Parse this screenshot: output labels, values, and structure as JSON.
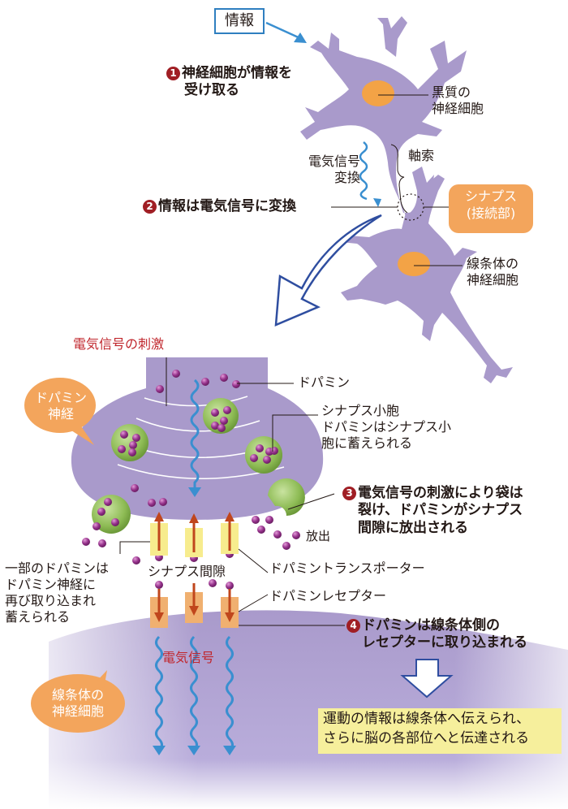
{
  "diagram": {
    "top_section": {
      "info_box": "情報",
      "step1": {
        "number": "1",
        "line1": "神経細胞が情報を",
        "line2": "受け取る"
      },
      "substantia_nigra_label": {
        "line1": "黒質の",
        "line2": "神経細胞"
      },
      "axon_label": "軸索",
      "signal_conversion_label": {
        "line1": "電気信号",
        "line2": "変換"
      },
      "step2": {
        "number": "2",
        "text": "情報は電気信号に変換"
      },
      "synapse_callout": {
        "line1": "シナプス",
        "line2": "(接続部)"
      },
      "striatum_label": {
        "line1": "線条体の",
        "line2": "神経細胞"
      }
    },
    "bottom_section": {
      "stimulus_label": "電気信号の刺激",
      "dopamine_nerve_bubble": {
        "line1": "ドパミン",
        "line2": "神経"
      },
      "dopamine_label": "ドパミン",
      "vesicle_label": {
        "line1": "シナプス小胞",
        "line2": "ドパミンはシナプス小",
        "line3": "胞に蓄えられる"
      },
      "step3": {
        "number": "3",
        "line1": "電気信号の刺激により袋は",
        "line2": "裂け、ドパミンがシナプス",
        "line3": "間隙に放出される"
      },
      "release_label": "放出",
      "reuptake_label": {
        "line1": "一部のドパミンは",
        "line2": "ドパミン神経に",
        "line3": "再び取り込まれ",
        "line4": "蓄えられる"
      },
      "synaptic_cleft_label": "シナプス間隙",
      "transporter_label": "ドパミントランスポーター",
      "receptor_label": "ドパミンレセプター",
      "step4": {
        "number": "4",
        "line1": "ドパミンは線条体側の",
        "line2": "レセプターに取り込まれる"
      },
      "electric_signal_label": "電気信号",
      "striatum_bubble": {
        "line1": "線条体の",
        "line2": "神経細胞"
      },
      "summary": {
        "line1": "運動の情報は線条体へ伝えられ、",
        "line2": "さらに脳の各部位へと伝達される"
      }
    },
    "colors": {
      "neuron": "#a99acb",
      "nucleus": "#f3a346",
      "signal_blue": "#3a8fd0",
      "step_badge": "#a01e24",
      "highlight_red": "#c0262c",
      "vesicle_green": "#8dbb54",
      "dopamine_purple": "#8e2f84",
      "transporter_yellow": "#f7ec8e",
      "receptor_orange": "#f0b070",
      "arrow_brown": "#c0461c",
      "summary_bg": "#f6ef9c",
      "big_arrow": "#2f4ea0"
    }
  }
}
